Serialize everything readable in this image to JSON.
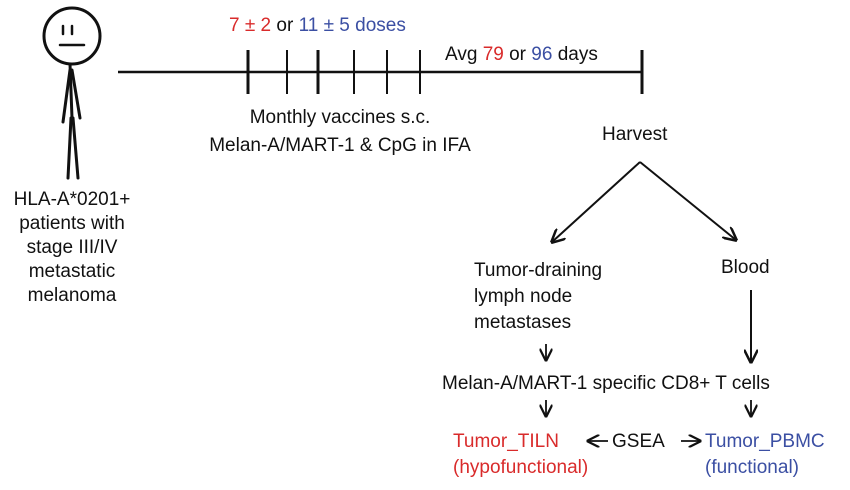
{
  "colors": {
    "red": "#d92b2b",
    "blue": "#3b4fa3",
    "ink": "#111111"
  },
  "patient": {
    "icon": "stick-figure-icon",
    "lines": [
      "HLA-A*0201+",
      "patients with",
      "stage III/IV",
      "metastatic",
      "melanoma"
    ]
  },
  "doses": {
    "red_value": "7 ± 2",
    "connector": "or",
    "blue_value": "11 ± 5 doses"
  },
  "duration": {
    "prefix": "Avg",
    "red_value": "79",
    "connector": "or",
    "blue_value": "96",
    "suffix": "days"
  },
  "vaccines": {
    "line1": "Monthly vaccines s.c.",
    "line2": "Melan-A/MART-1 & CpG in IFA"
  },
  "harvest": "Harvest",
  "sources": {
    "tiln": [
      "Tumor-draining",
      "lymph node",
      "metastases"
    ],
    "blood": "Blood"
  },
  "cells": "Melan-A/MART-1 specific CD8+ T cells",
  "outcomes": {
    "tiln_name": "Tumor_TILN",
    "tiln_state": "(hypofunctional)",
    "gsea": "GSEA",
    "pbmc_name": "Tumor_PBMC",
    "pbmc_state": "(functional)"
  }
}
